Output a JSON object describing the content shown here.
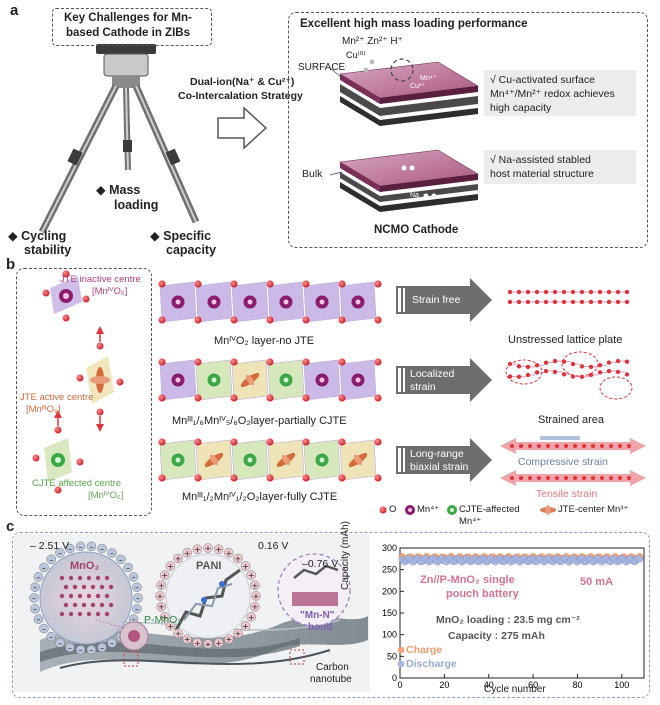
{
  "panel_a": {
    "letter": "a",
    "challenge_title_line1": "Key Challenges for Mn-",
    "challenge_title_line2": "based Cathode in ZIBs",
    "leg_cycling_1": "Cycling",
    "leg_cycling_2": "stability",
    "leg_mass_1": "Mass",
    "leg_mass_2": "loading",
    "leg_specific_1": "Specific",
    "leg_specific_2": "capacity",
    "strategy_line1": "Dual-ion(Na⁺ & Cu²⁺)",
    "strategy_line2": "Co-Intercalation Strategy",
    "right_title": "Excellent high mass loading performance",
    "surface_label": "SURFACE",
    "bulk_label": "Bulk",
    "ions_top": "Mn²⁺ Zn²⁺ H⁺",
    "cu0": "Cu⁽⁰⁾",
    "cu2": "Cu²⁺",
    "mn4": "Mn⁴⁺",
    "na": "Na",
    "check1_line1": "√  Cu-activated surface",
    "check1_line2": "Mn⁴⁺/Mn²⁺ redox achieves",
    "check1_line3": "high capacity",
    "check2_line1": "√  Na-assisted stabled",
    "check2_line2": "host material structure",
    "cathode_label": "NCMO Cathode"
  },
  "panel_b": {
    "letter": "b",
    "jte_inactive_line1": "JTE inactive centre",
    "jte_inactive_line2": "[MnᴵⱽO₆]",
    "jte_active_line1": "JTE active centre",
    "jte_active_line2": "[MnᴵᴵᴵO₆]",
    "cjte_line1": "CJTE affected centre",
    "cjte_line2": "[MnᴵⱽO₆]",
    "row1_label": "MnᴵⱽO₂ layer-no JTE",
    "row2_label": "Mnᴵᴵᴵ₁/₆Mnᴵⱽ₅/₆O₂layer-partially CJTE",
    "row3_label": "Mnᴵᴵᴵ₁/₂Mnᴵⱽ₁/₂O₂layer-fully CJTE",
    "arrow1_text": "Strain free",
    "arrow2_line1": "Localized",
    "arrow2_line2": "strain",
    "arrow3_line1": "Long-range",
    "arrow3_line2": "biaxial strain",
    "result1": "Unstressed lattice plate",
    "result2": "Strained area",
    "compressive": "Compressive strain",
    "tensile": "Tensile strain",
    "legend_o": "O",
    "legend_mn4": "Mn⁴⁺",
    "legend_cjte_line1": "CJTE-affected",
    "legend_cjte_line2": "Mn⁴⁺",
    "legend_jte": "JTE-center Mn³⁺"
  },
  "panel_c": {
    "letter": "c",
    "v_mno2": "– 2.51 V",
    "v_pani": "0.16 V",
    "v_mnn": "–0.76 V",
    "mno2": "MnO₂",
    "pani": "PANI",
    "mnn_line1": "\"Mn-N\"",
    "mnn_line2": "bond",
    "p_mno2": "P-MnO₂",
    "cnt_line1": "Carbon",
    "cnt_line2": "nanotube"
  },
  "chart_data": {
    "type": "scatter",
    "xlabel": "Cycle number",
    "ylabel": "Capacity (mAh)",
    "xlim": [
      0,
      110
    ],
    "ylim": [
      0,
      300
    ],
    "xticks": [
      0,
      20,
      40,
      60,
      80,
      100
    ],
    "yticks": [
      0,
      50,
      100,
      150,
      200,
      250,
      300
    ],
    "annotation_title_line1": "Zn//P-MnO₂ single",
    "annotation_title_line2": "pouch battery",
    "current": "50 mA",
    "loading_text": "MnO₂ loading : 23.5 mg cm⁻²",
    "capacity_text": "Capacity : 275 mAh",
    "series": [
      {
        "name": "Charge",
        "color": "#f3a679",
        "x_start": 1,
        "x_end": 108,
        "mean": 276
      },
      {
        "name": "Discharge",
        "color": "#a9b8e3",
        "x_start": 1,
        "x_end": 108,
        "mean": 272
      }
    ],
    "legend_placement": "bottom-left"
  },
  "colors": {
    "gray_arrow": "#6e6e6e",
    "oxygen": "#e0343b",
    "mn4": "#8b1d6e",
    "cjte": "#3aa845",
    "jte": "#d46a3a",
    "layer_purple": "#c9b7e6",
    "layer_green": "#d5e6b9",
    "layer_yellow": "#efe3b5"
  }
}
